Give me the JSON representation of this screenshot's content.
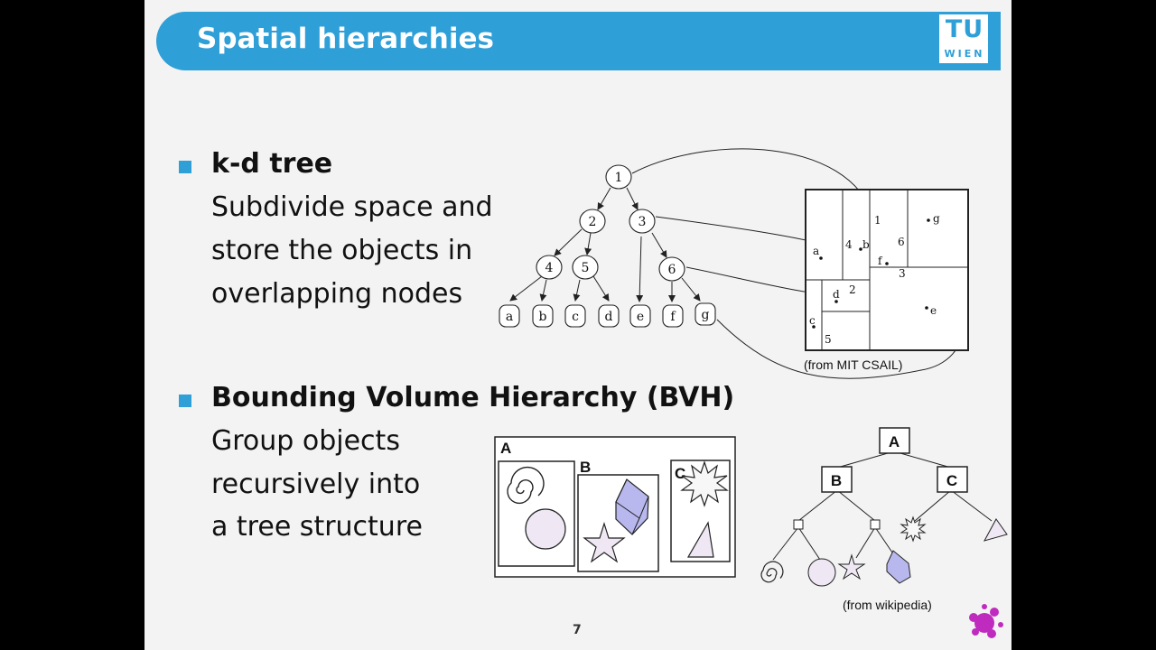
{
  "slide": {
    "title": "Spatial hierarchies",
    "logo": {
      "line1": "TU",
      "line2": "WIEN"
    },
    "page_number": "7",
    "accent_color": "#2f9fd8"
  },
  "bullets": [
    {
      "heading": "k-d tree",
      "lines": [
        "Subdivide space and",
        "store the objects in",
        "overlapping nodes"
      ]
    },
    {
      "heading": "Bounding Volume Hierarchy (BVH)",
      "lines": [
        "Group objects",
        "recursively into",
        "a tree structure"
      ]
    }
  ],
  "kd_figure": {
    "caption": "(from MIT CSAIL)",
    "internal_nodes": [
      "1",
      "2",
      "3",
      "4",
      "5",
      "6"
    ],
    "leaves": [
      "a",
      "b",
      "c",
      "d",
      "e",
      "f",
      "g"
    ],
    "region_labels": [
      "1",
      "4",
      "6",
      "3",
      "2",
      "5"
    ],
    "point_labels": [
      "a",
      "b",
      "f",
      "g",
      "d",
      "c",
      "e"
    ]
  },
  "bvh_figure": {
    "caption": "(from wikipedia)",
    "box_labels": [
      "A",
      "B",
      "C"
    ],
    "tree_labels": [
      "A",
      "B",
      "C"
    ]
  }
}
